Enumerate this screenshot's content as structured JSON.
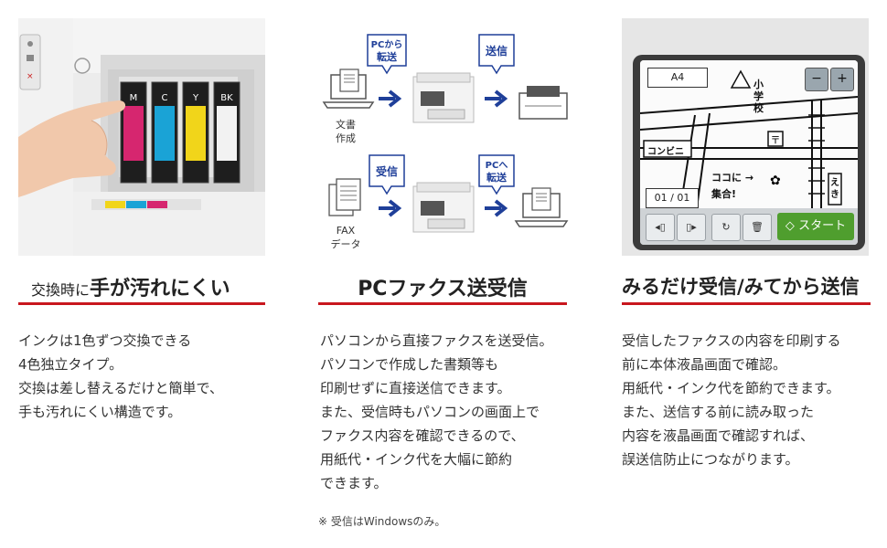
{
  "sections": [
    {
      "heading_small": "交換時に",
      "heading_large": "手が汚れにくい",
      "body_lines": [
        "インクは1色ずつ交換できる",
        "4色独立タイプ。",
        "交換は差し替えるだけと簡単で、",
        "手も汚れにくい構造です。"
      ],
      "photo": {
        "ink_labels": [
          "M",
          "C",
          "Y",
          "BK"
        ],
        "ink_colors": [
          "#d6266f",
          "#1aa3d6",
          "#f1d51a",
          "#1b1b1b"
        ]
      }
    },
    {
      "heading_large": "PCファクス送受信",
      "body_lines": [
        "パソコンから直接ファクスを送受信。",
        "パソコンで作成した書類等も",
        "印刷せずに直接送信できます。",
        "また、受信時もパソコンの画面上で",
        "ファクス内容を確認できるので、",
        "用紙代・インク代を大幅に節約",
        "できます。"
      ],
      "note": "※ 受信はWindowsのみ。",
      "diagram": {
        "top_callout_1": [
          "PCから",
          "転送"
        ],
        "top_callout_2": "送信",
        "top_source_label": [
          "文書",
          "作成"
        ],
        "bottom_callout_1": "受信",
        "bottom_callout_2": [
          "PCへ",
          "転送"
        ],
        "bottom_source_label": [
          "FAX",
          "データ"
        ]
      }
    },
    {
      "heading_large": "みるだけ受信/みてから送信",
      "body_lines": [
        "受信したファクスの内容を印刷する",
        "前に本体液晶画面で確認。",
        "用紙代・インク代を節約できます。",
        "また、送信する前に読み取った",
        "内容を液晶画面で確認すれば、",
        "誤送信防止につながります。"
      ],
      "lcd": {
        "paper_size": "A4",
        "page_counter": "01 / 01",
        "start_label": "スタート",
        "map_text": {
          "school": "小学校",
          "convenience": "コンビニ",
          "meeting_line1": "ココに →",
          "meeting_line2": "集合!",
          "station": "えき"
        }
      }
    }
  ],
  "colors": {
    "accent_red": "#c8171e",
    "diagram_blue": "#1f3f99",
    "start_green": "#4f9e2e"
  }
}
